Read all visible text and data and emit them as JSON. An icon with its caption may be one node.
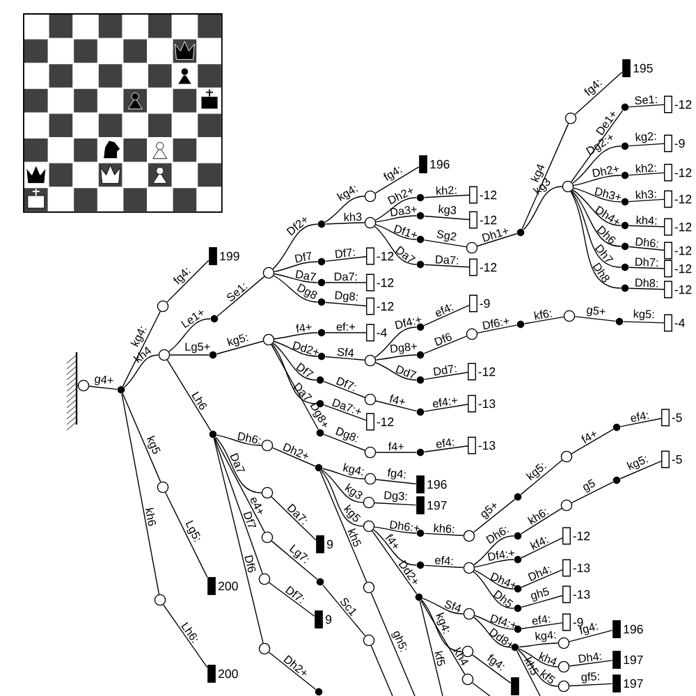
{
  "diagram": {
    "nodes": [
      {
        "text": [],
        "shape": "circle"
      },
      {
        "text": [],
        "shape": "dot"
      },
      {
        "text": [],
        "shape": "circle"
      },
      {
        "text": [],
        "shape": "bar",
        "beside": [
          "199"
        ]
      },
      {
        "text": [],
        "shape": "circle"
      },
      {
        "text": [],
        "shape": "circle"
      },
      {
        "text": [],
        "shape": "bar",
        "beside": [
          "200"
        ]
      },
      {
        "text": [],
        "shape": "circle"
      },
      {
        "text": [],
        "shape": "bar",
        "beside": [
          "200"
        ]
      },
      {
        "text": [],
        "shape": "dot"
      },
      {
        "text": [],
        "shape": "circle"
      },
      {
        "text": [],
        "shape": "dot"
      },
      {
        "text": [],
        "shape": "circle"
      },
      {
        "text": [],
        "shape": "dot"
      },
      {
        "text": [],
        "shape": "dot"
      },
      {
        "text": [],
        "shape": "circle"
      },
      {
        "text": [],
        "shape": "bar",
        "beside": [
          "196"
        ]
      },
      {
        "text": [],
        "shape": "circle"
      },
      {
        "text": [],
        "shape": "dot"
      },
      {
        "text": [],
        "shape": "box",
        "beside": [
          "-12"
        ]
      },
      {
        "text": [],
        "shape": "dot"
      },
      {
        "text": [],
        "shape": "box",
        "beside": [
          "-12"
        ]
      },
      {
        "text": [],
        "shape": "dot"
      },
      {
        "text": [],
        "shape": "circle"
      },
      {
        "text": [],
        "shape": "dot"
      },
      {
        "text": [],
        "shape": "circle"
      },
      {
        "text": [],
        "shape": "bar",
        "beside": [
          "195"
        ]
      },
      {
        "text": [],
        "shape": "circle"
      },
      {
        "text": [],
        "shape": "dot"
      },
      {
        "text": [],
        "shape": "box",
        "beside": [
          "-12"
        ]
      },
      {
        "text": [],
        "shape": "dot"
      },
      {
        "text": [],
        "shape": "box",
        "beside": [
          "-9"
        ]
      },
      {
        "text": [],
        "shape": "dot"
      },
      {
        "text": [],
        "shape": "box",
        "beside": [
          "-12"
        ]
      },
      {
        "text": [],
        "shape": "dot"
      },
      {
        "text": [],
        "shape": "box",
        "beside": [
          "-12"
        ]
      },
      {
        "text": [],
        "shape": "dot"
      },
      {
        "text": [],
        "shape": "box",
        "beside": [
          "-12"
        ]
      },
      {
        "text": [],
        "shape": "dot"
      },
      {
        "text": [],
        "shape": "box",
        "beside": [
          "-12"
        ]
      },
      {
        "text": [],
        "shape": "dot"
      },
      {
        "text": [],
        "shape": "box",
        "beside": [
          "-12"
        ]
      },
      {
        "text": [],
        "shape": "dot"
      },
      {
        "text": [],
        "shape": "box",
        "beside": [
          "-12"
        ]
      },
      {
        "text": [],
        "shape": "dot"
      },
      {
        "text": [],
        "shape": "box",
        "beside": [
          "-12"
        ]
      },
      {
        "text": [],
        "shape": "dot"
      },
      {
        "text": [],
        "shape": "box",
        "beside": [
          "-12"
        ]
      },
      {
        "text": [],
        "shape": "dot"
      },
      {
        "text": [],
        "shape": "box",
        "beside": [
          "-12"
        ]
      },
      {
        "text": [],
        "shape": "dot"
      },
      {
        "text": [],
        "shape": "box",
        "beside": [
          "-12"
        ]
      },
      {
        "text": [],
        "shape": "dot"
      },
      {
        "text": [],
        "shape": "box",
        "beside": [
          "-4"
        ]
      },
      {
        "text": [],
        "shape": "dot"
      },
      {
        "text": [],
        "shape": "circle"
      },
      {
        "text": [],
        "shape": "dot"
      },
      {
        "text": [],
        "shape": "box",
        "beside": [
          "-9"
        ]
      },
      {
        "text": [],
        "shape": "dot"
      },
      {
        "text": [],
        "shape": "circle"
      },
      {
        "text": [],
        "shape": "dot"
      },
      {
        "text": [],
        "shape": "circle"
      },
      {
        "text": [],
        "shape": "dot"
      },
      {
        "text": [],
        "shape": "box",
        "beside": [
          "-4"
        ]
      },
      {
        "text": [],
        "shape": "dot"
      },
      {
        "text": [],
        "shape": "box",
        "beside": [
          "-12"
        ]
      },
      {
        "text": [],
        "shape": "dot"
      },
      {
        "text": [],
        "shape": "circle"
      },
      {
        "text": [],
        "shape": "dot"
      },
      {
        "text": [],
        "shape": "box",
        "beside": [
          "-13"
        ]
      },
      {
        "text": [],
        "shape": "dot"
      },
      {
        "text": [],
        "shape": "box",
        "beside": [
          "-12"
        ]
      },
      {
        "text": [],
        "shape": "dot"
      },
      {
        "text": [],
        "shape": "circle"
      },
      {
        "text": [],
        "shape": "dot"
      },
      {
        "text": [],
        "shape": "box",
        "beside": [
          "-13"
        ]
      },
      {
        "text": [],
        "shape": "circle"
      },
      {
        "text": [],
        "shape": "dot"
      },
      {
        "text": [],
        "shape": "circle"
      },
      {
        "text": [],
        "shape": "bar",
        "beside": [
          "9"
        ]
      },
      {
        "text": [],
        "shape": "circle"
      },
      {
        "text": [],
        "shape": "dot"
      },
      {
        "text": [],
        "shape": "circle"
      },
      {
        "text": [],
        "shape": "circle"
      },
      {
        "text": [],
        "shape": "bar",
        "beside": [
          "9"
        ]
      },
      {
        "text": [],
        "shape": "circle"
      },
      {
        "text": [],
        "shape": "dot"
      },
      {
        "text": [],
        "shape": "circle"
      },
      {
        "text": [],
        "shape": "bar",
        "beside": [
          "196"
        ]
      },
      {
        "text": [],
        "shape": "circle"
      },
      {
        "text": [],
        "shape": "bar",
        "beside": [
          "197"
        ]
      },
      {
        "text": [],
        "shape": "circle"
      },
      {
        "text": [],
        "shape": "dot"
      },
      {
        "text": [],
        "shape": "circle"
      },
      {
        "text": [],
        "shape": "dot"
      },
      {
        "text": [],
        "shape": "circle"
      },
      {
        "text": [],
        "shape": "dot"
      },
      {
        "text": [],
        "shape": "box",
        "beside": [
          "-5"
        ]
      },
      {
        "text": [],
        "shape": "dot"
      },
      {
        "text": [],
        "shape": "circle"
      },
      {
        "text": [],
        "shape": "dot"
      },
      {
        "text": [],
        "shape": "circle"
      },
      {
        "text": [],
        "shape": "dot"
      },
      {
        "text": [],
        "shape": "box",
        "beside": [
          "-5"
        ]
      },
      {
        "text": [],
        "shape": "dot"
      },
      {
        "text": [],
        "shape": "box",
        "beside": [
          "-12"
        ]
      },
      {
        "text": [],
        "shape": "dot"
      },
      {
        "text": [],
        "shape": "box",
        "beside": [
          "-13"
        ]
      },
      {
        "text": [],
        "shape": "dot"
      },
      {
        "text": [],
        "shape": "box",
        "beside": [
          "-13"
        ]
      },
      {
        "text": [],
        "shape": "dot"
      },
      {
        "text": [],
        "shape": "circle"
      },
      {
        "text": [],
        "shape": "dot"
      },
      {
        "text": [],
        "shape": "box",
        "beside": [
          "-9"
        ]
      },
      {
        "text": [],
        "shape": "dot"
      },
      {
        "text": [],
        "shape": "circle"
      },
      {
        "text": [],
        "shape": "bar",
        "beside": [
          "196"
        ]
      },
      {
        "text": [],
        "shape": "circle"
      },
      {
        "text": [],
        "shape": "bar",
        "beside": [
          "197"
        ]
      },
      {
        "text": [],
        "shape": "circle"
      },
      {
        "text": [],
        "shape": "bar",
        "beside": [
          "197"
        ]
      },
      {
        "text": [],
        "shape": "circle"
      },
      {
        "text": [],
        "shape": "bar"
      },
      {
        "text": [],
        "shape": "circle"
      },
      {
        "text": [],
        "shape": "circle"
      }
    ],
    "edges": [
      {
        "from": 0,
        "to": 1,
        "arrow": "none",
        "label": "g4+"
      },
      {
        "from": 1,
        "to": 2,
        "arrow": "none",
        "label": "kg4:"
      },
      {
        "from": 2,
        "to": 3,
        "arrow": "none",
        "label": "fg4:"
      },
      {
        "from": 1,
        "to": 4,
        "arrow": "none",
        "label": "kh4"
      },
      {
        "from": 1,
        "to": 5,
        "arrow": "none",
        "label": "kg5"
      },
      {
        "from": 5,
        "to": 6,
        "arrow": "none",
        "label": "Lg5:"
      },
      {
        "from": 1,
        "to": 7,
        "arrow": "none",
        "label": "kh6"
      },
      {
        "from": 7,
        "to": 8,
        "arrow": "none",
        "label": "Lh6:"
      },
      {
        "from": 4,
        "to": 9,
        "arrow": "none",
        "label": "Le1+"
      },
      {
        "from": 9,
        "to": 10,
        "arrow": "none",
        "label": "Se1:"
      },
      {
        "from": 4,
        "to": 11,
        "arrow": "none",
        "label": "Lg5+"
      },
      {
        "from": 11,
        "to": 12,
        "arrow": "none",
        "label": "kg5:"
      },
      {
        "from": 4,
        "to": 13,
        "arrow": "none",
        "label": "Lh6"
      },
      {
        "from": 10,
        "to": 14,
        "arrow": "none",
        "label": "Df2+"
      },
      {
        "from": 14,
        "to": 15,
        "arrow": "none",
        "label": "kg4:"
      },
      {
        "from": 15,
        "to": 16,
        "arrow": "none",
        "label": "fg4:"
      },
      {
        "from": 14,
        "to": 17,
        "arrow": "none",
        "label": "kh3"
      },
      {
        "from": 17,
        "to": 18,
        "arrow": "none",
        "label": "Dh2+"
      },
      {
        "from": 18,
        "to": 19,
        "arrow": "none",
        "label": "kh2:"
      },
      {
        "from": 17,
        "to": 20,
        "arrow": "none",
        "label": "Da3+"
      },
      {
        "from": 20,
        "to": 21,
        "arrow": "none",
        "label": "kg3"
      },
      {
        "from": 17,
        "to": 22,
        "arrow": "none",
        "label": "Df1+"
      },
      {
        "from": 22,
        "to": 23,
        "arrow": "none",
        "label": "Sg2"
      },
      {
        "from": 23,
        "to": 24,
        "arrow": "none",
        "label": "Dh1+"
      },
      {
        "from": 24,
        "to": 25,
        "arrow": "none",
        "label": "kg4"
      },
      {
        "from": 25,
        "to": 26,
        "arrow": "none",
        "label": "fg4:"
      },
      {
        "from": 24,
        "to": 27,
        "arrow": "none",
        "label": "kg3"
      },
      {
        "from": 27,
        "to": 28,
        "arrow": "none",
        "label": "De1+"
      },
      {
        "from": 28,
        "to": 29,
        "arrow": "none",
        "label": "Se1:"
      },
      {
        "from": 27,
        "to": 30,
        "arrow": "none",
        "label": "Dg2:+"
      },
      {
        "from": 30,
        "to": 31,
        "arrow": "none",
        "label": "kg2:"
      },
      {
        "from": 27,
        "to": 32,
        "arrow": "none",
        "label": "Dh2+"
      },
      {
        "from": 32,
        "to": 33,
        "arrow": "none",
        "label": "kh2:"
      },
      {
        "from": 27,
        "to": 34,
        "arrow": "none",
        "label": "Dh3+"
      },
      {
        "from": 34,
        "to": 35,
        "arrow": "none",
        "label": "kh3:"
      },
      {
        "from": 27,
        "to": 36,
        "arrow": "none",
        "label": "Dh4+"
      },
      {
        "from": 36,
        "to": 37,
        "arrow": "none",
        "label": "kh4:"
      },
      {
        "from": 27,
        "to": 38,
        "arrow": "none",
        "label": "Dh6"
      },
      {
        "from": 38,
        "to": 39,
        "arrow": "none",
        "label": "Dh6:"
      },
      {
        "from": 27,
        "to": 40,
        "arrow": "none",
        "label": "Dh7"
      },
      {
        "from": 40,
        "to": 41,
        "arrow": "none",
        "label": "Dh7:"
      },
      {
        "from": 27,
        "to": 42,
        "arrow": "none",
        "label": "Dh8"
      },
      {
        "from": 42,
        "to": 43,
        "arrow": "none",
        "label": "Dh8:"
      },
      {
        "from": 17,
        "to": 44,
        "arrow": "none",
        "label": "Da7"
      },
      {
        "from": 44,
        "to": 45,
        "arrow": "none",
        "label": "Da7:"
      },
      {
        "from": 10,
        "to": 46,
        "arrow": "none",
        "label": "Df7"
      },
      {
        "from": 46,
        "to": 47,
        "arrow": "none",
        "label": "Df7:"
      },
      {
        "from": 10,
        "to": 48,
        "arrow": "none",
        "label": "Da7"
      },
      {
        "from": 48,
        "to": 49,
        "arrow": "none",
        "label": "Da7:"
      },
      {
        "from": 10,
        "to": 50,
        "arrow": "none",
        "label": "Dg8"
      },
      {
        "from": 50,
        "to": 51,
        "arrow": "none",
        "label": "Dg8:"
      },
      {
        "from": 12,
        "to": 52,
        "arrow": "none",
        "label": "f4+"
      },
      {
        "from": 52,
        "to": 53,
        "arrow": "none",
        "label": "ef:+"
      },
      {
        "from": 12,
        "to": 54,
        "arrow": "none",
        "label": "Dd2+"
      },
      {
        "from": 54,
        "to": 55,
        "arrow": "none",
        "label": "Sf4"
      },
      {
        "from": 55,
        "to": 56,
        "arrow": "none",
        "label": "Df4:+"
      },
      {
        "from": 56,
        "to": 57,
        "arrow": "none",
        "label": "ef4:"
      },
      {
        "from": 55,
        "to": 58,
        "arrow": "none",
        "label": "Dg8+"
      },
      {
        "from": 58,
        "to": 59,
        "arrow": "none",
        "label": "Df6"
      },
      {
        "from": 59,
        "to": 60,
        "arrow": "none",
        "label": "Df6:+"
      },
      {
        "from": 60,
        "to": 61,
        "arrow": "none",
        "label": "kf6:"
      },
      {
        "from": 61,
        "to": 62,
        "arrow": "none",
        "label": "g5+"
      },
      {
        "from": 62,
        "to": 63,
        "arrow": "none",
        "label": "kg5:"
      },
      {
        "from": 55,
        "to": 64,
        "arrow": "none",
        "label": "Dd7"
      },
      {
        "from": 64,
        "to": 65,
        "arrow": "none",
        "label": "Dd7:"
      },
      {
        "from": 12,
        "to": 66,
        "arrow": "none",
        "label": "Df7"
      },
      {
        "from": 66,
        "to": 67,
        "arrow": "none",
        "label": "Df7:"
      },
      {
        "from": 67,
        "to": 68,
        "arrow": "none",
        "label": "f4+"
      },
      {
        "from": 68,
        "to": 69,
        "arrow": "none",
        "label": "ef4:+"
      },
      {
        "from": 12,
        "to": 70,
        "arrow": "none",
        "label": "Da7"
      },
      {
        "from": 70,
        "to": 71,
        "arrow": "none",
        "label": "Da7:+"
      },
      {
        "from": 12,
        "to": 72,
        "arrow": "none",
        "label": "Dg8+"
      },
      {
        "from": 72,
        "to": 73,
        "arrow": "none",
        "label": "Dg8:"
      },
      {
        "from": 73,
        "to": 74,
        "arrow": "none",
        "label": "f4+"
      },
      {
        "from": 74,
        "to": 75,
        "arrow": "none",
        "label": "ef4:"
      },
      {
        "from": 13,
        "to": 76,
        "arrow": "none",
        "label": "Dh6:"
      },
      {
        "from": 76,
        "to": 77,
        "arrow": "none",
        "label": "Dh2+"
      },
      {
        "from": 13,
        "to": 78,
        "arrow": "none",
        "label": "Da7"
      },
      {
        "from": 78,
        "to": 79,
        "arrow": "none",
        "label": "Da7:"
      },
      {
        "from": 13,
        "to": 80,
        "arrow": "none",
        "label": "e4+"
      },
      {
        "from": 80,
        "to": 81,
        "arrow": "none",
        "label": "Lg7:"
      },
      {
        "from": 81,
        "to": 82,
        "arrow": "none",
        "label": "Sc1"
      },
      {
        "from": 82,
        "to": null,
        "arrow": "none"
      },
      {
        "from": 13,
        "to": 83,
        "arrow": "none",
        "label": "Df7"
      },
      {
        "from": 83,
        "to": 84,
        "arrow": "none",
        "label": "Df7:"
      },
      {
        "from": 13,
        "to": 85,
        "arrow": "none",
        "label": "Df6"
      },
      {
        "from": 85,
        "to": 86,
        "arrow": "none",
        "label": "Dh2+"
      },
      {
        "from": 77,
        "to": 87,
        "arrow": "none",
        "label": "kg4:"
      },
      {
        "from": 87,
        "to": 88,
        "arrow": "none",
        "label": "fg4:"
      },
      {
        "from": 77,
        "to": 89,
        "arrow": "none",
        "label": "kg3"
      },
      {
        "from": 89,
        "to": 90,
        "arrow": "none",
        "label": "Dg3:"
      },
      {
        "from": 77,
        "to": 91,
        "arrow": "none",
        "label": "kg5"
      },
      {
        "from": 91,
        "to": 92,
        "arrow": "none",
        "label": "Dh6:+"
      },
      {
        "from": 92,
        "to": 93,
        "arrow": "none",
        "label": "kh6:"
      },
      {
        "from": 93,
        "to": 94,
        "arrow": "none",
        "label": "g5+"
      },
      {
        "from": 94,
        "to": 95,
        "arrow": "none",
        "label": "kg5:"
      },
      {
        "from": 95,
        "to": 96,
        "arrow": "none",
        "label": "f4+"
      },
      {
        "from": 96,
        "to": 97,
        "arrow": "none",
        "label": "ef4:"
      },
      {
        "from": 91,
        "to": 98,
        "arrow": "none",
        "label": "f4+"
      },
      {
        "from": 98,
        "to": 99,
        "arrow": "none",
        "label": "ef4:"
      },
      {
        "from": 99,
        "to": 100,
        "arrow": "none",
        "label": "Dh6:"
      },
      {
        "from": 100,
        "to": 101,
        "arrow": "none",
        "label": "kh6:"
      },
      {
        "from": 101,
        "to": 102,
        "arrow": "none",
        "label": "g5"
      },
      {
        "from": 102,
        "to": 103,
        "arrow": "none",
        "label": "kg5:"
      },
      {
        "from": 99,
        "to": 104,
        "arrow": "none",
        "label": "Df4:+"
      },
      {
        "from": 104,
        "to": 105,
        "arrow": "none",
        "label": "kf4:"
      },
      {
        "from": 99,
        "to": 106,
        "arrow": "none",
        "label": "Dh4+"
      },
      {
        "from": 106,
        "to": 107,
        "arrow": "none",
        "label": "Dh4:"
      },
      {
        "from": 99,
        "to": 108,
        "arrow": "none",
        "label": "Dh5"
      },
      {
        "from": 108,
        "to": 109,
        "arrow": "none",
        "label": "gh5"
      },
      {
        "from": 91,
        "to": 110,
        "arrow": "none",
        "label": "Dd2+"
      },
      {
        "from": 110,
        "to": 111,
        "arrow": "none",
        "label": "Sf4"
      },
      {
        "from": 111,
        "to": 112,
        "arrow": "none",
        "label": "Df4:+"
      },
      {
        "from": 112,
        "to": 113,
        "arrow": "none",
        "label": "ef4:"
      },
      {
        "from": 111,
        "to": 114,
        "arrow": "none",
        "label": "Dd8+"
      },
      {
        "from": 114,
        "to": 115,
        "arrow": "none",
        "label": "kg4:"
      },
      {
        "from": 115,
        "to": 116,
        "arrow": "none",
        "label": "fg4:"
      },
      {
        "from": 114,
        "to": 117,
        "arrow": "none",
        "label": "kh4"
      },
      {
        "from": 117,
        "to": 118,
        "arrow": "none",
        "label": "Dh4:"
      },
      {
        "from": 114,
        "to": 119,
        "arrow": "none",
        "label": "kf5"
      },
      {
        "from": 119,
        "to": 120,
        "arrow": "none",
        "label": "gf5:"
      },
      {
        "from": 114,
        "to": null,
        "arrow": "none",
        "label": "kh5"
      },
      {
        "from": 110,
        "to": 121,
        "arrow": "none",
        "label": "kg4:"
      },
      {
        "from": 121,
        "to": 122,
        "arrow": "none",
        "label": "fg4:"
      },
      {
        "from": 110,
        "to": 123,
        "arrow": "none",
        "label": "kh4"
      },
      {
        "from": 123,
        "to": null,
        "arrow": "none"
      },
      {
        "from": 110,
        "to": null,
        "arrow": "none",
        "label": "kf5"
      },
      {
        "from": 77,
        "to": 124,
        "arrow": "none",
        "label": "kh5"
      },
      {
        "from": 124,
        "to": null,
        "arrow": "none",
        "label": "gh5:"
      }
    ]
  }
}
